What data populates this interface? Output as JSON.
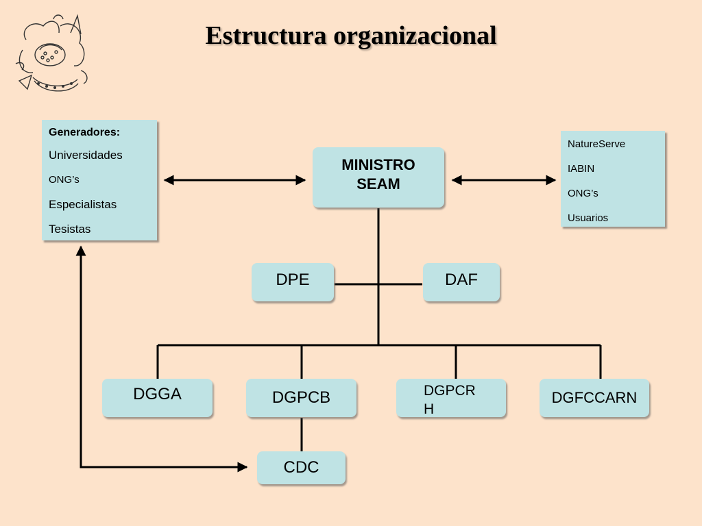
{
  "header": {
    "title": "Estructura organizacional"
  },
  "logo": {
    "icon": "wildlife-logo-icon"
  },
  "nodes": {
    "ministro": "MINISTRO\nSEAM",
    "dpe": "DPE",
    "daf": "DAF",
    "dgga": "DGGA",
    "dgpcb": "DGPCB",
    "dgpcrh": "DGPCRH",
    "dgfccarn": "DGFCCARN",
    "cdc": "CDC"
  },
  "generadores": {
    "heading": "Generadores:",
    "items": [
      "Universidades",
      "ONG’s",
      "Especialistas",
      "Tesistas"
    ]
  },
  "partners": {
    "items": [
      "NatureServe",
      "IABIN",
      "ONG’s",
      "Usuarios"
    ]
  },
  "colors": {
    "background": "#fde3cb",
    "box_fill": "#bfe3e4",
    "line": "#000000"
  }
}
